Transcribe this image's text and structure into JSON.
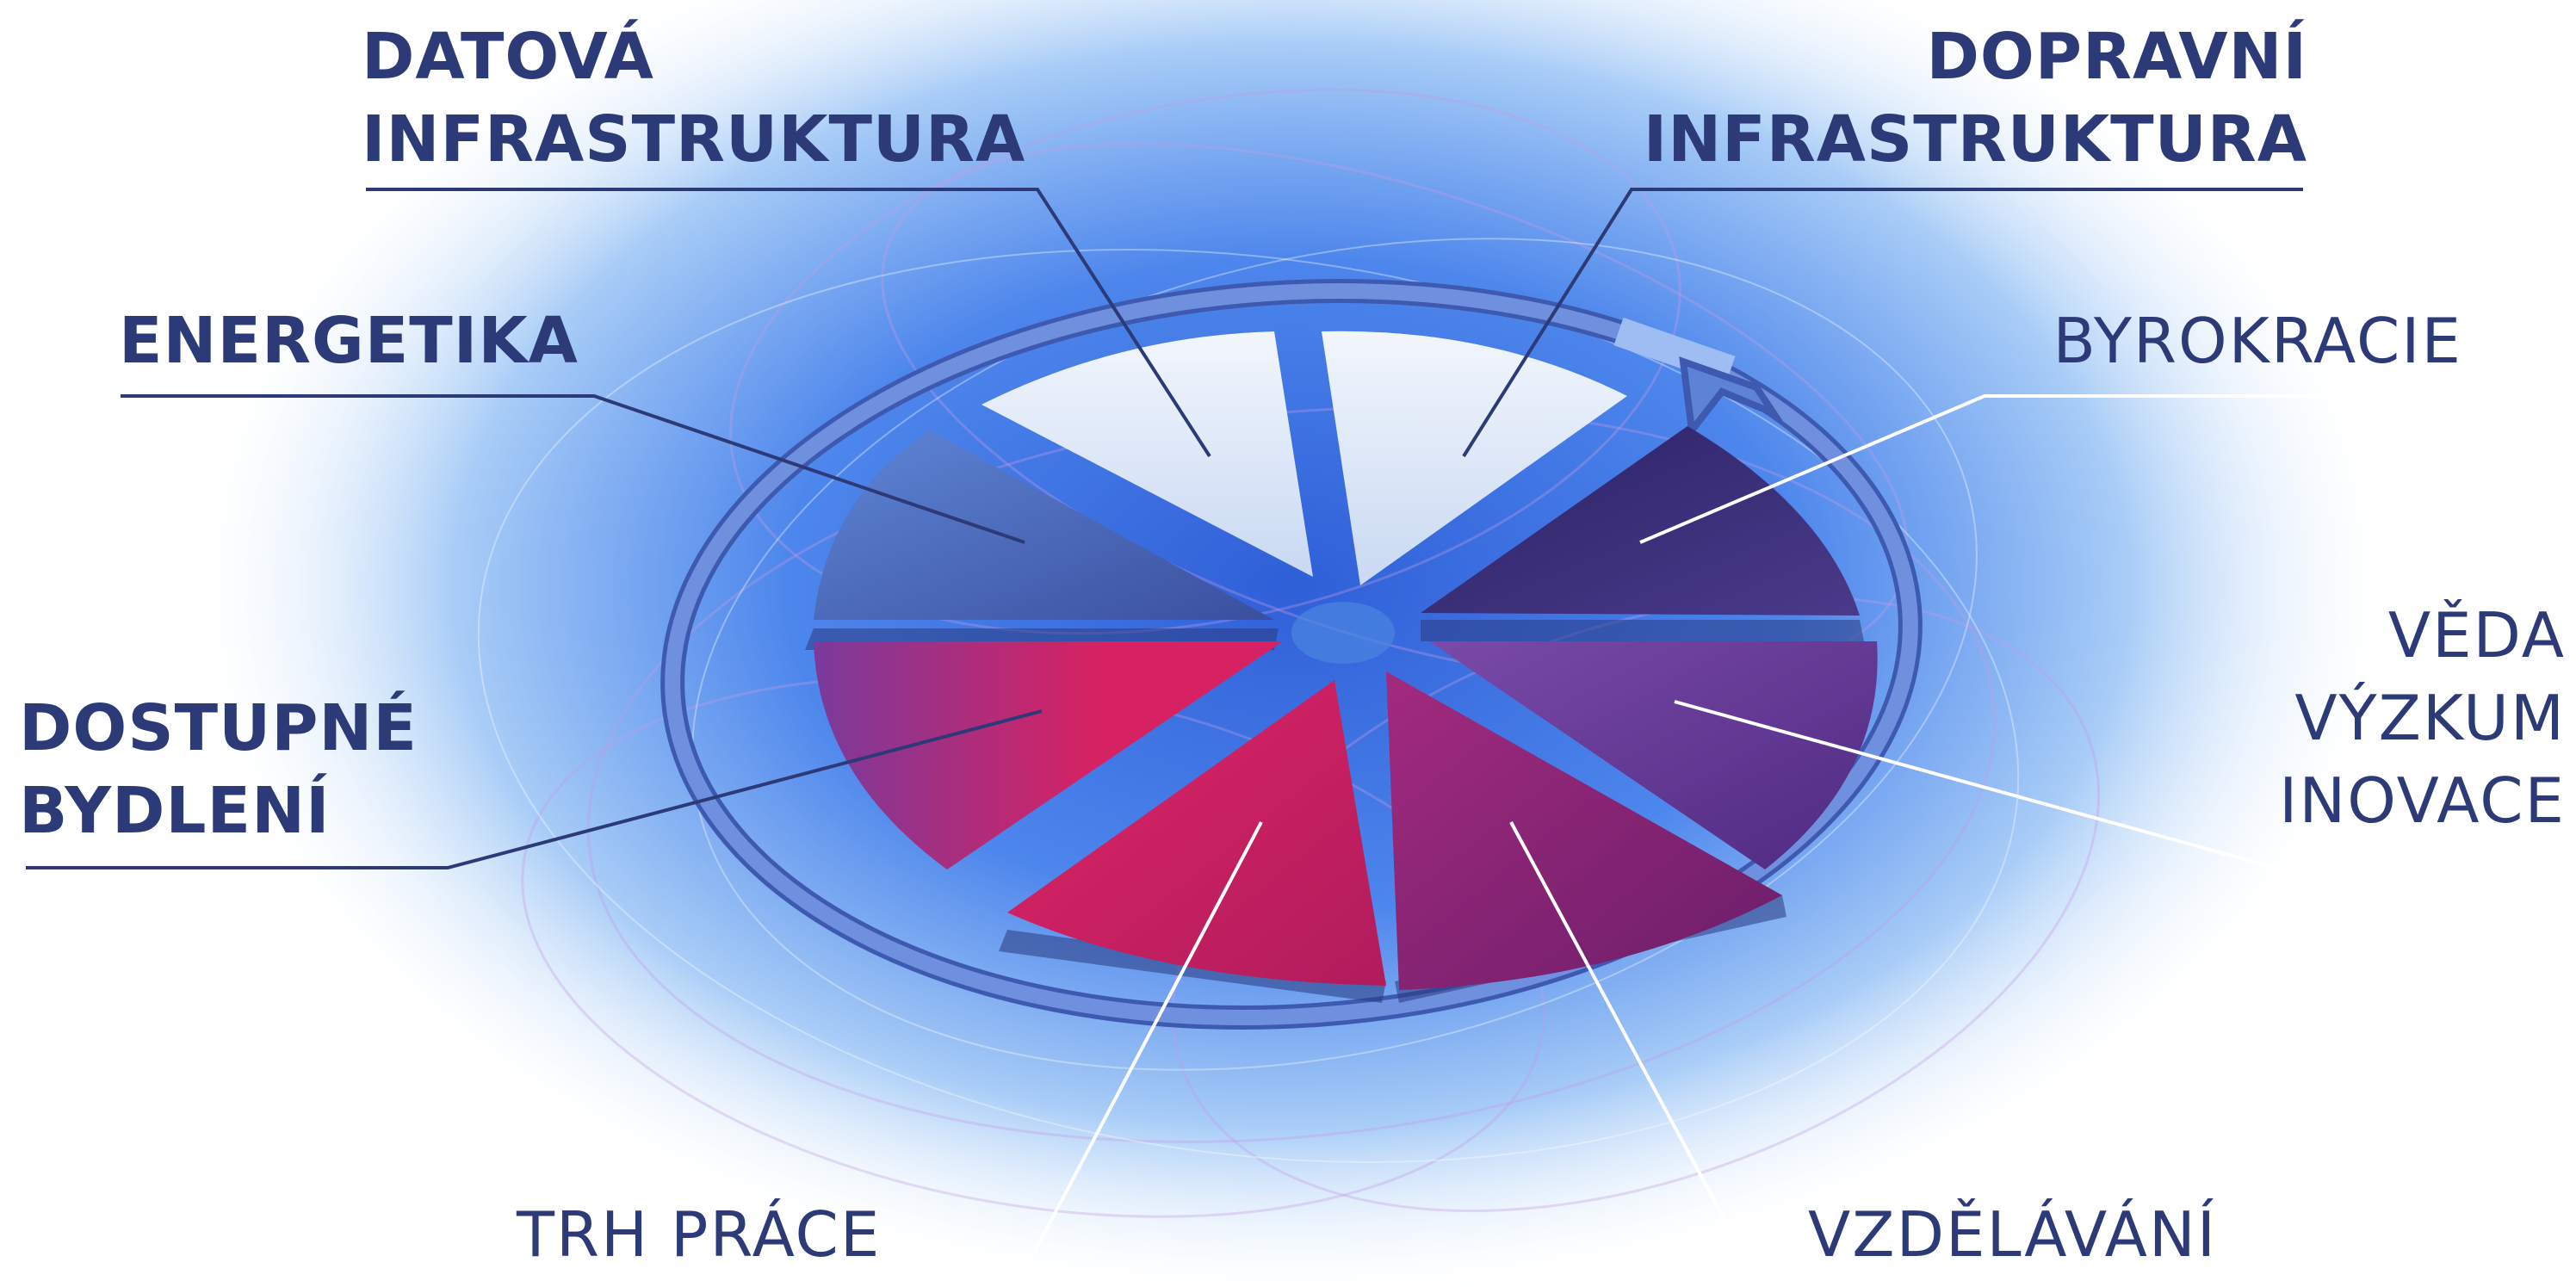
{
  "labels": {
    "datova": {
      "line1": "DATOVÁ",
      "line2": "INFRASTRUKTURA"
    },
    "dopravni": {
      "line1": "DOPRAVNÍ",
      "line2": "INFRASTRUKTURA"
    },
    "energetika": "ENERGETIKA",
    "byrokracie": "BYROKRACIE",
    "bydleni": {
      "line1": "DOSTUPNÉ",
      "line2": "BYDLENÍ"
    },
    "veda": {
      "line1": "VĚDA",
      "line2": "VÝZKUM",
      "line3": "INOVACE"
    },
    "trh": "TRH PRÁCE",
    "vzdelavani": "VZDĚLÁVÁNÍ"
  },
  "colors": {
    "label_text": "#2c3a78",
    "segment_light": "#e4ecf8",
    "segment_blue": "#4a6cc4",
    "segment_dark_purple": "#3a2a78",
    "segment_purple": "#6a3a98",
    "segment_magenta": "#8a2478",
    "segment_red": "#d42060",
    "ring": "#5a7ccf"
  }
}
